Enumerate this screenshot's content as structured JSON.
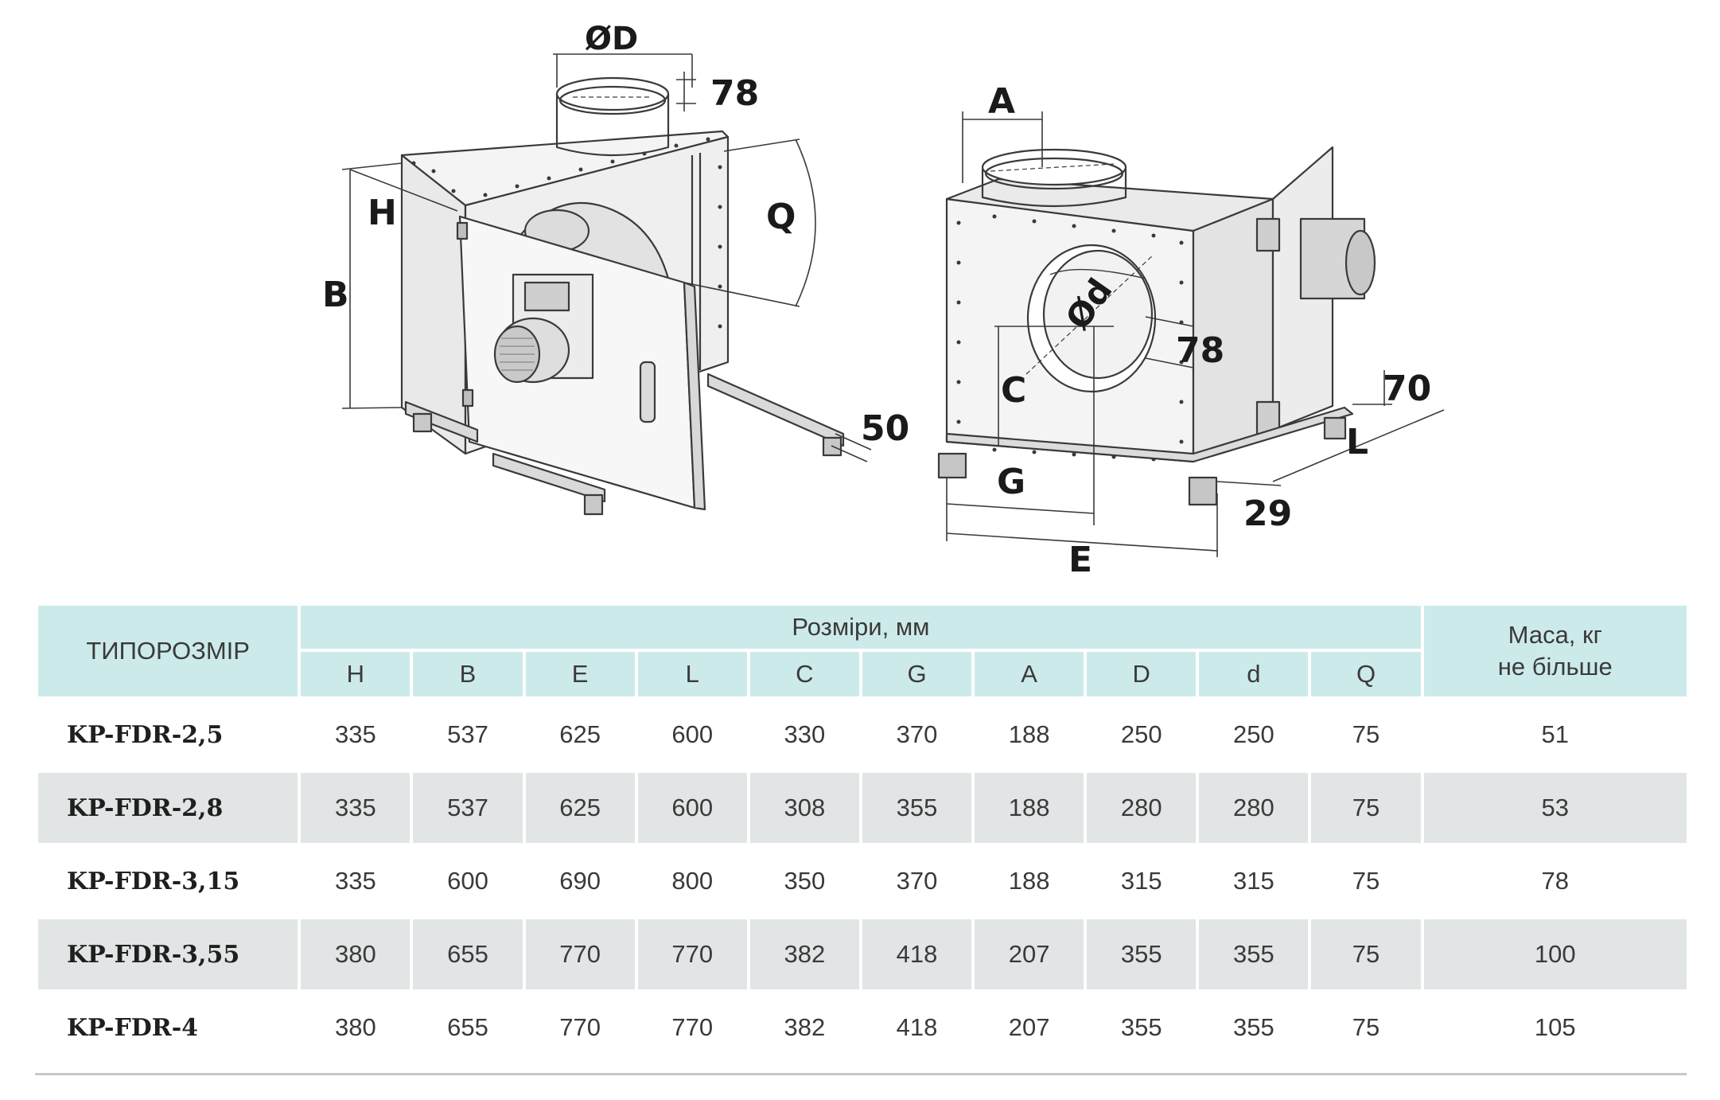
{
  "drawing": {
    "left_labels": {
      "D": "ØD",
      "h78": "78",
      "H": "H",
      "B": "B",
      "Q": "Q",
      "f50": "50"
    },
    "right_labels": {
      "A": "A",
      "d": "Ød",
      "d78": "78",
      "C": "C",
      "G": "G",
      "E": "E",
      "f70": "70",
      "L": "L",
      "f29": "29"
    }
  },
  "table": {
    "model_header": "ТИПОРОЗМІР",
    "dimensions_header": "Розміри, мм",
    "mass_header_line1": "Маса, кг",
    "mass_header_line2": "не більше",
    "columns": [
      "H",
      "B",
      "E",
      "L",
      "C",
      "G",
      "A",
      "D",
      "d",
      "Q"
    ],
    "rows": [
      {
        "model": "KP-FDR-2,5",
        "values": [
          "335",
          "537",
          "625",
          "600",
          "330",
          "370",
          "188",
          "250",
          "250",
          "75"
        ],
        "mass": "51"
      },
      {
        "model": "KP-FDR-2,8",
        "values": [
          "335",
          "537",
          "625",
          "600",
          "308",
          "355",
          "188",
          "280",
          "280",
          "75"
        ],
        "mass": "53"
      },
      {
        "model": "KP-FDR-3,15",
        "values": [
          "335",
          "600",
          "690",
          "800",
          "350",
          "370",
          "188",
          "315",
          "315",
          "75"
        ],
        "mass": "78"
      },
      {
        "model": "KP-FDR-3,55",
        "values": [
          "380",
          "655",
          "770",
          "770",
          "382",
          "418",
          "207",
          "355",
          "355",
          "75"
        ],
        "mass": "100"
      },
      {
        "model": "KP-FDR-4",
        "values": [
          "380",
          "655",
          "770",
          "770",
          "382",
          "418",
          "207",
          "355",
          "355",
          "75"
        ],
        "mass": "105"
      }
    ]
  },
  "colors": {
    "header_bg": "#cdeaea",
    "row_shade": "#e2e5e6",
    "line": "#3a3a3a"
  }
}
